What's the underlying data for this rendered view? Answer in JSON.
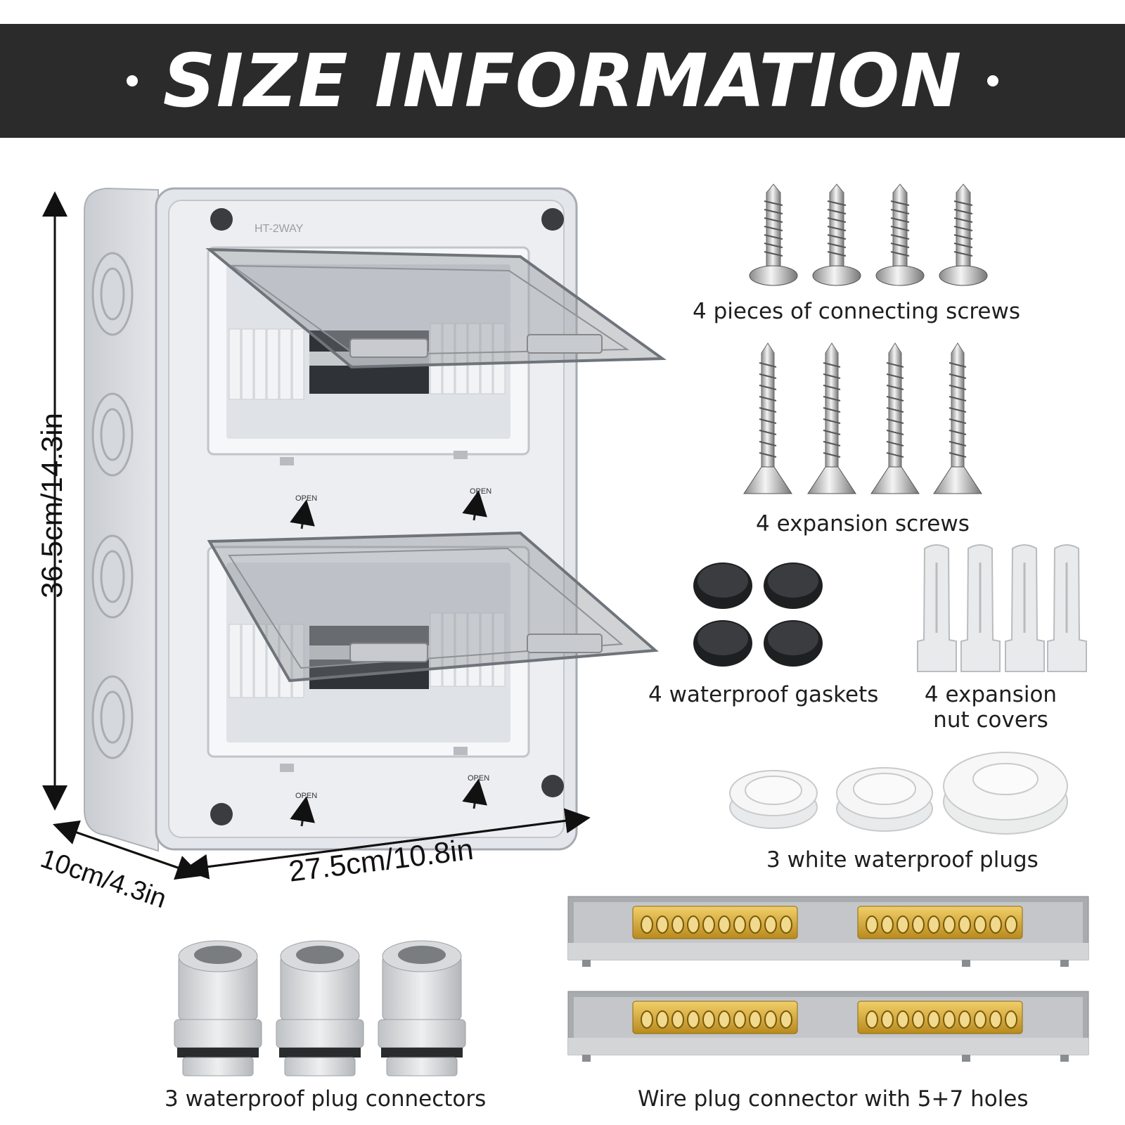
{
  "banner": {
    "title": "SIZE INFORMATION"
  },
  "box": {
    "model_label": "HT-2WAY",
    "open_label": "OPEN"
  },
  "dimensions": {
    "height": "36.5cm/14.3in",
    "width": "27.5cm/10.8in",
    "depth": "10cm/4.3in"
  },
  "accessories": {
    "connecting_screws": "4 pieces of connecting screws",
    "expansion_screws": "4 expansion screws",
    "gaskets": "4 waterproof gaskets",
    "nut_covers_line1": "4 expansion",
    "nut_covers_line2": "nut covers",
    "white_plugs": "3 white waterproof plugs",
    "plug_connectors": "3 waterproof plug connectors",
    "wire_connector": "Wire plug connector with 5+7 holes"
  },
  "colors": {
    "banner": "#2b2b2b",
    "box": "#e3e6ea",
    "brass": "#d9a830"
  }
}
